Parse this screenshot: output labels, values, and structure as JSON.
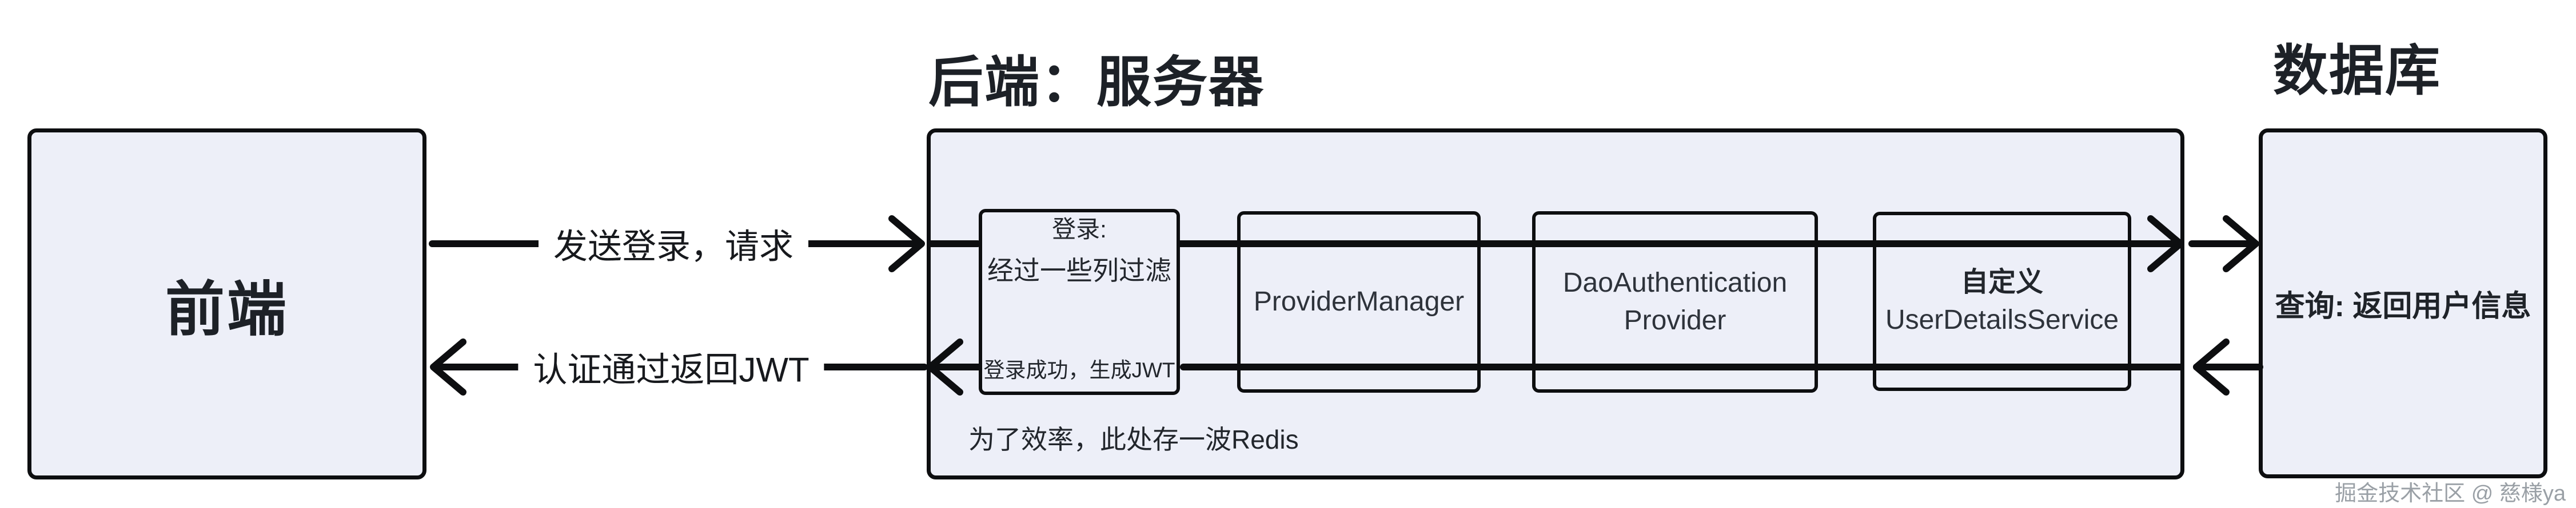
{
  "colors": {
    "background": "#ffffff",
    "box_fill": "#edeff8",
    "stroke": "#0d0e10",
    "heading_text": "#1d2127",
    "body_text": "#2e333b",
    "watermark_text": "#9aa0a6"
  },
  "titles": {
    "backend": "后端：服务器",
    "database": "数据库"
  },
  "nodes": {
    "frontend": {
      "label": "前端"
    },
    "filter_box": {
      "top": "登录:",
      "middle": "经过一些列过滤",
      "bottom": "登录成功，生成JWT"
    },
    "provider_manager": {
      "label": "ProviderManager"
    },
    "dao_provider": {
      "line1": "DaoAuthentication",
      "line2": "Provider"
    },
    "user_details": {
      "line1": "自定义",
      "line2": "UserDetailsService"
    },
    "database_query": {
      "label": "查询: 返回用户信息"
    }
  },
  "edges": {
    "request_label": "发送登录，请求",
    "return_label": "认证通过返回JWT"
  },
  "notes": {
    "redis": "为了效率，此处存一波Redis"
  },
  "watermark": "掘金技术社区 @ 慈様ya"
}
